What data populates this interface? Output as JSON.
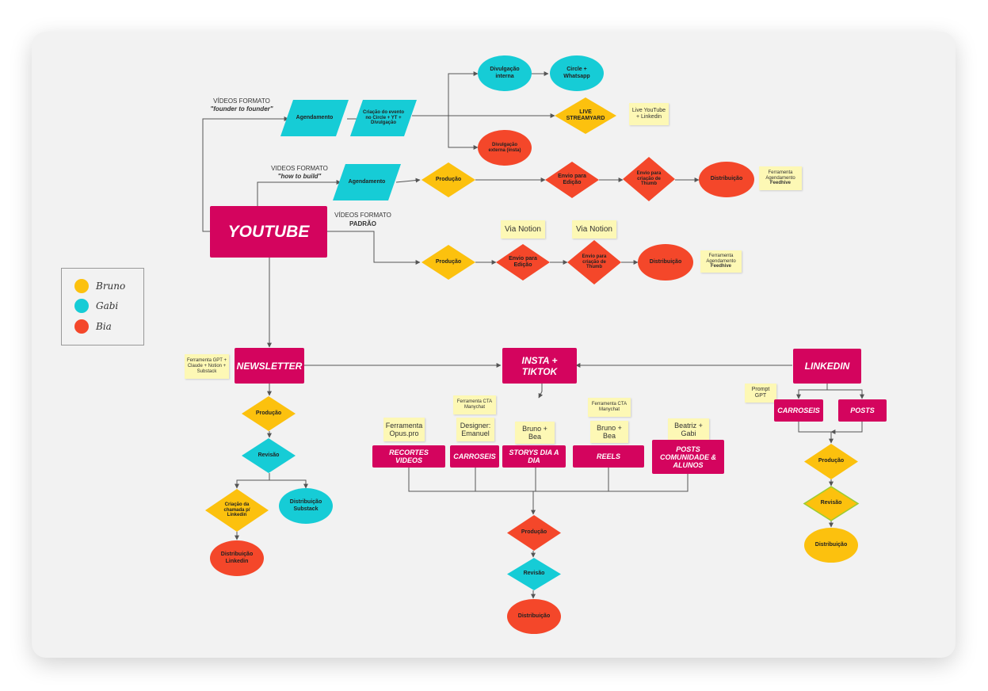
{
  "colors": {
    "yellow": "#fcc10e",
    "cyan": "#16ccd6",
    "red": "#f4472a",
    "magenta": "#d4045e",
    "note": "#fdf8b5",
    "line": "#555555"
  },
  "legend": [
    {
      "name": "Bruno",
      "color": "#fcc10e"
    },
    {
      "name": "Gabi",
      "color": "#16ccd6"
    },
    {
      "name": "Bia",
      "color": "#f4472a"
    }
  ],
  "main": {
    "youtube": "YOUTUBE",
    "newsletter": "NEWSLETTER",
    "insta": "INSTA + TIKTOK",
    "linkedin": "LINKEDIN"
  },
  "youtube_flow": {
    "f2f_label_1": "VÍDEOS FORMATO",
    "f2f_label_2": "\"founder to founder\"",
    "agendamento": "Agendamento",
    "criacao": "Criação do evento no Circle + YT + Divulgação",
    "div_interna": "Divulgação interna",
    "circle_whats": "Circle + Whatsapp",
    "live": "LIVE STREAMYARD",
    "note_live": "Live YouTube + Linkedin",
    "div_externa": "Divulgação externa (insta)",
    "htb_label_1": "VIDEOS FORMATO",
    "htb_label_2": "\"how to build\"",
    "agendamento2": "Agendamento",
    "producao": "Produção",
    "envio_edicao": "Envio para Edição",
    "envio_thumb": "Envio para criação de Thumb",
    "distribuicao": "Distribuição",
    "note_feed": "Ferramenta Agendamento",
    "note_feed_bold": "Feedhive",
    "pad_label_1": "VÍDEOS FORMATO",
    "pad_label_2": "PADRÃO",
    "via_notion": "Via Notion"
  },
  "newsletter_flow": {
    "note_tools": "Ferramenta GPT + Claude + Notion + Substack",
    "producao": "Produção",
    "revisao": "Revisão",
    "criacao": "Criação da chamada p/ Linkedin",
    "dist_substack": "Distribuição Substack",
    "dist_linkedin": "Distribuição Linkedin"
  },
  "insta_flow": {
    "recortes": "RECORTES VIDEOS",
    "carroseis": "CARROSEIS",
    "storys": "STORYS DIA A DIA",
    "reels": "REELS",
    "posts_comunidade": "POSTS COMUNIDADE & ALUNOS",
    "note_opus": "Ferramenta Opus.pro",
    "note_manychat": "Ferramenta CTA Manychat",
    "note_designer": "Designer: Emanuel",
    "note_bruno_bea": "Bruno + Bea",
    "note_beatriz": "Beatriz + Gabi",
    "producao": "Produção",
    "revisao": "Revisão",
    "distribuicao": "Distribuição"
  },
  "linkedin_flow": {
    "note_prompt": "Prompt GPT",
    "carroseis": "CARROSEIS",
    "posts": "POSTS",
    "producao": "Produção",
    "revisao": "Revisão",
    "distribuicao": "Distribuição"
  }
}
